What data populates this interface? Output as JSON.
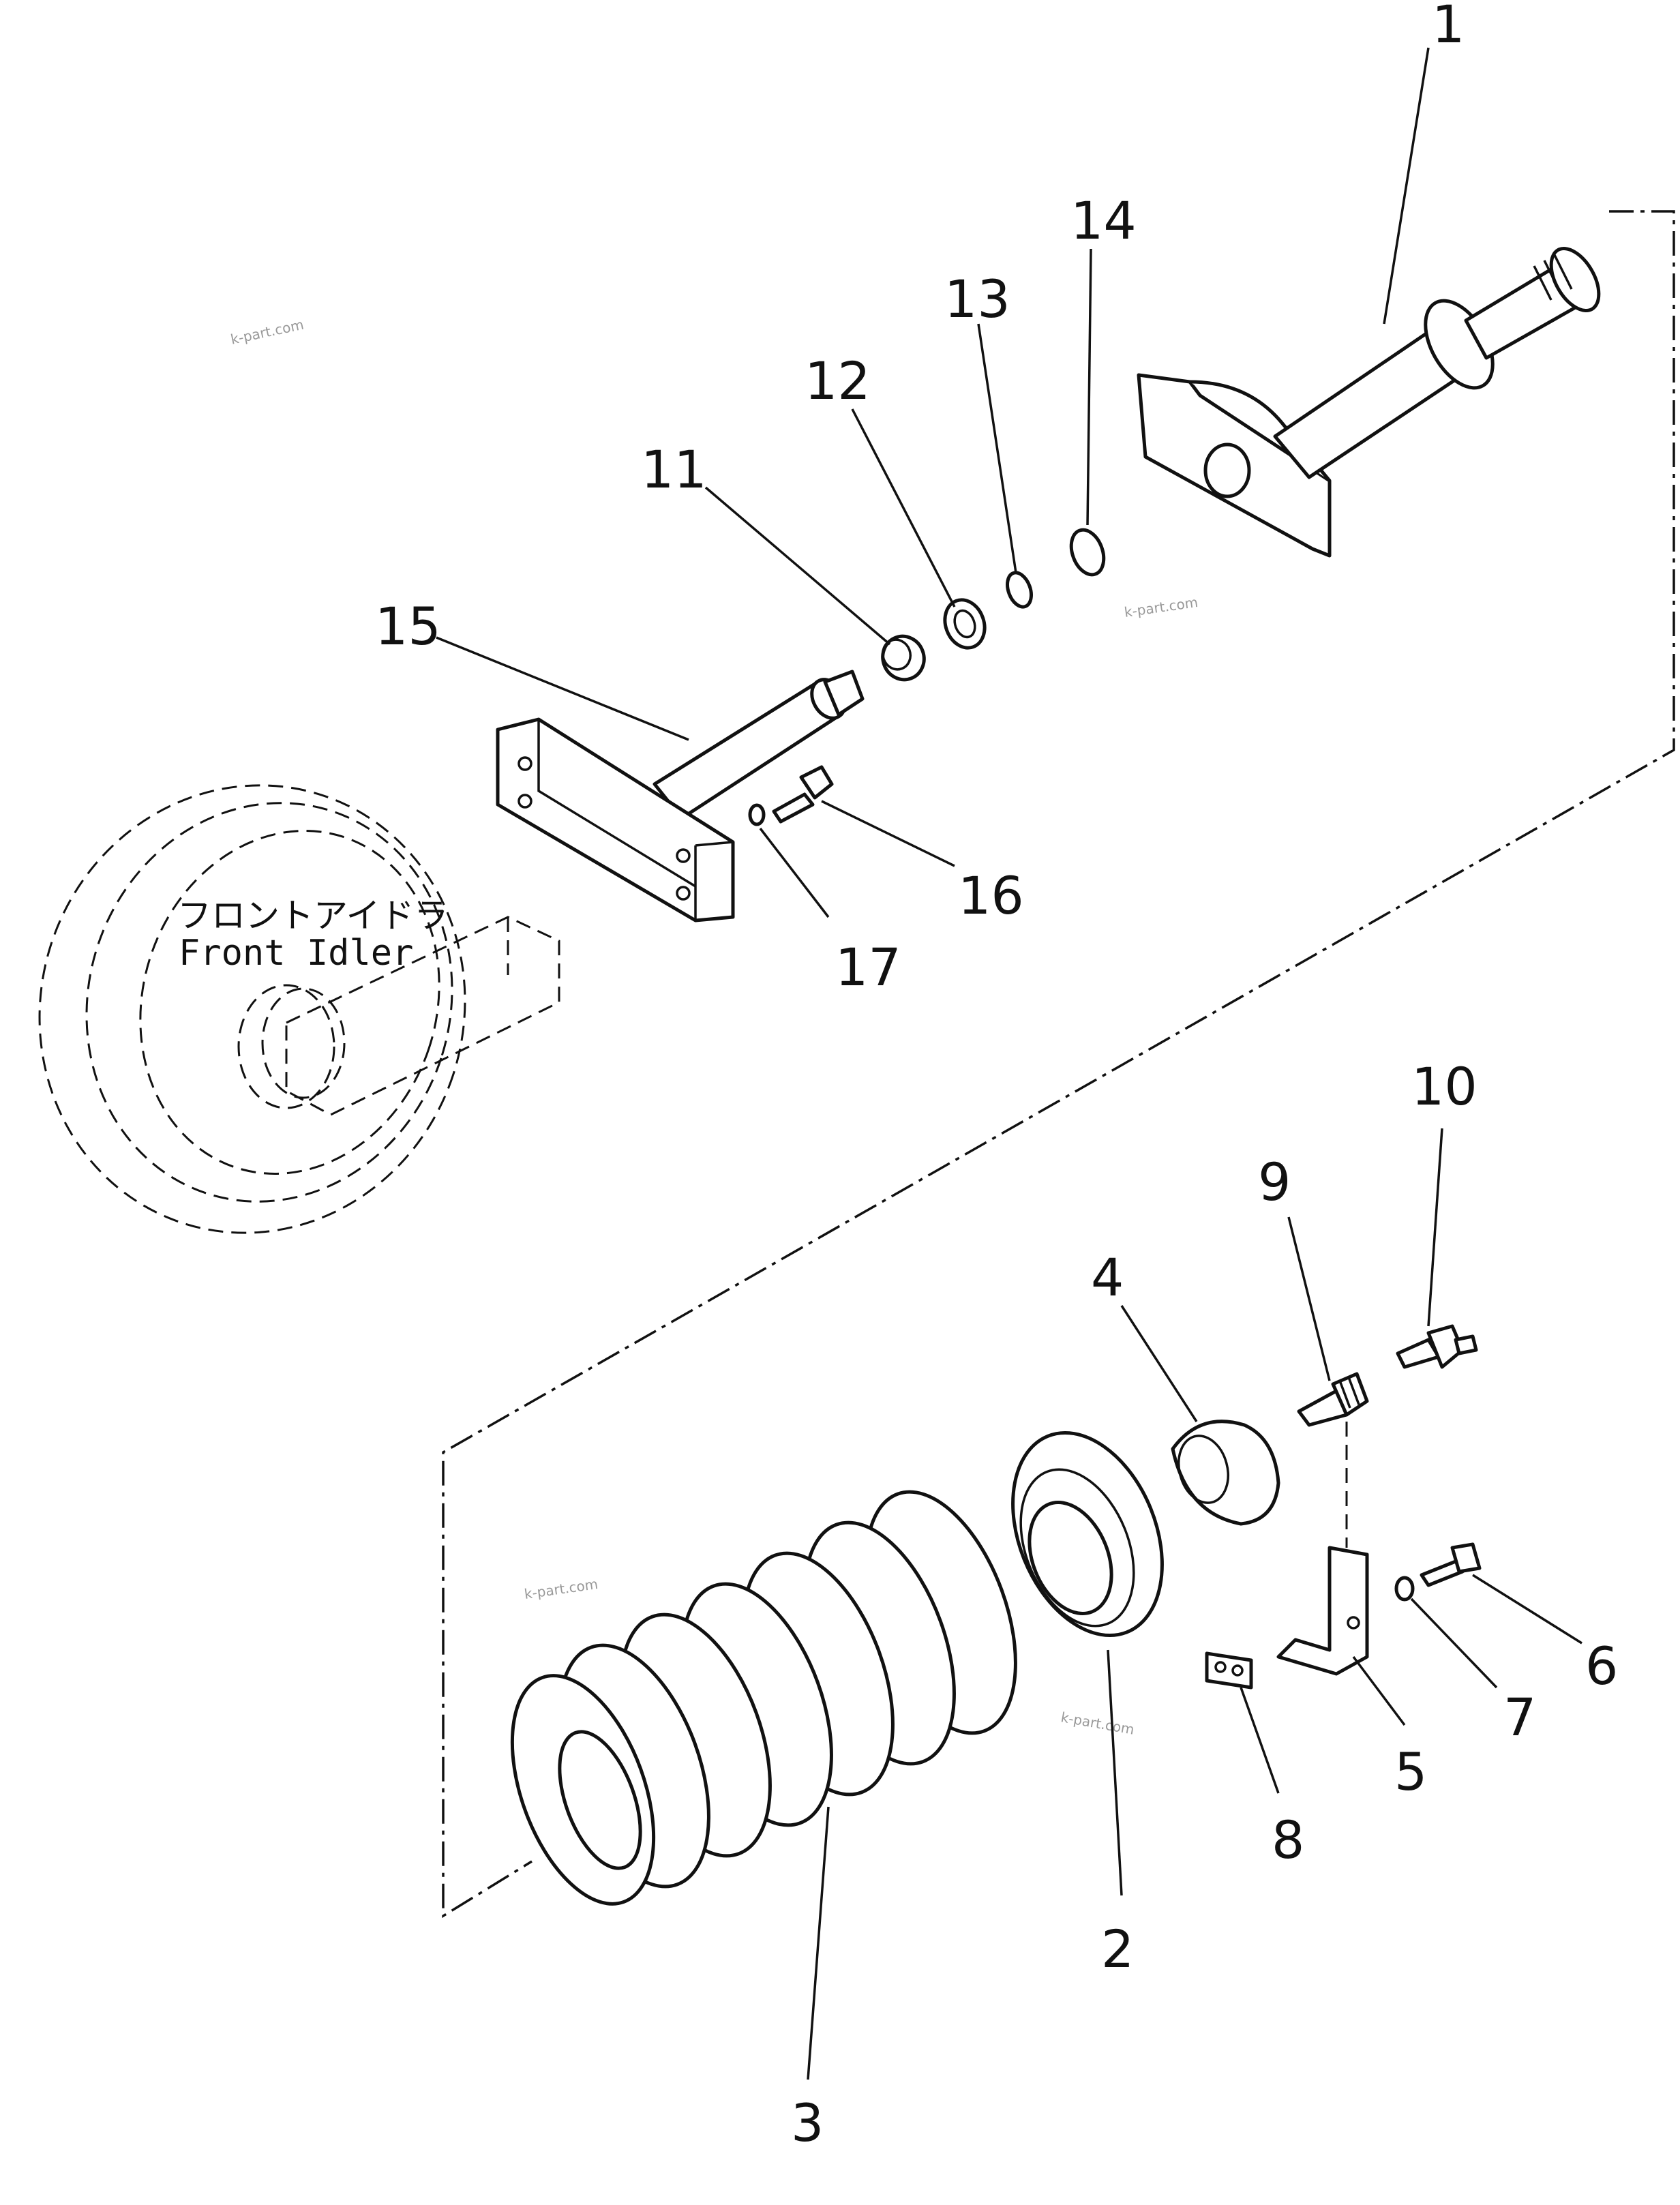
{
  "diagram": {
    "subassembly_label_jp": "フロントアイドラ",
    "subassembly_label_en": "Front Idler",
    "watermark": "k-part.com",
    "callouts": {
      "c1": "1",
      "c2": "2",
      "c3": "3",
      "c4": "4",
      "c5": "5",
      "c6": "6",
      "c7": "7",
      "c8": "8",
      "c9": "9",
      "c10": "10",
      "c11": "11",
      "c12": "12",
      "c13": "13",
      "c14": "14",
      "c15": "15",
      "c16": "16",
      "c17": "17"
    }
  }
}
